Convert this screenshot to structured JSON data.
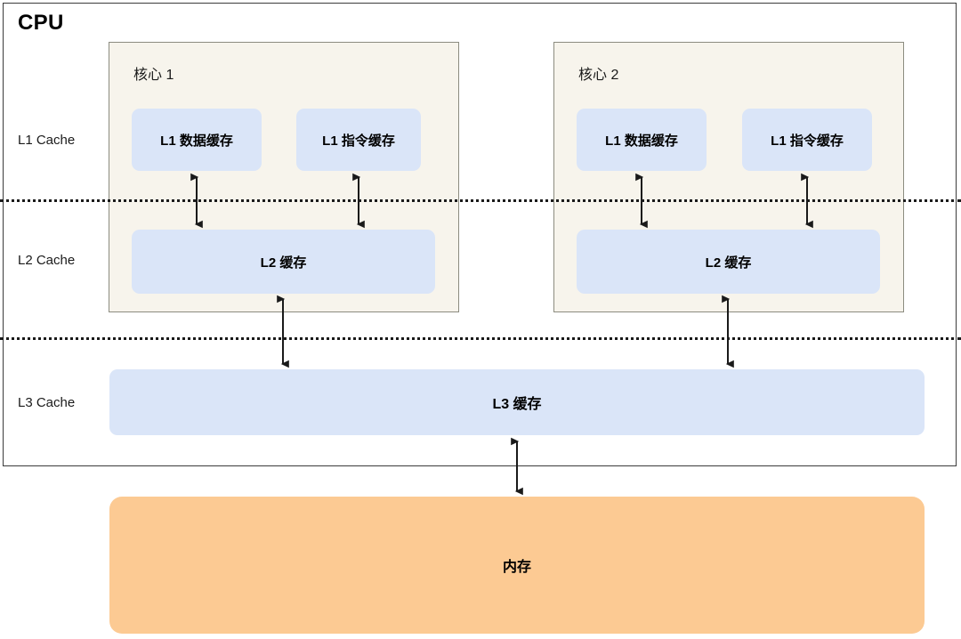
{
  "diagram": {
    "title": "CPU",
    "tier_labels": [
      {
        "id": "l1",
        "text": "L1 Cache"
      },
      {
        "id": "l2",
        "text": "L2 Cache"
      },
      {
        "id": "l3",
        "text": "L3 Cache"
      }
    ],
    "cores": [
      {
        "name": "核心 1",
        "l1_data": "L1 数据缓存",
        "l1_instruction": "L1 指令缓存",
        "l2": "L2 缓存"
      },
      {
        "name": "核心 2",
        "l1_data": "L1 数据缓存",
        "l1_instruction": "L1 指令缓存",
        "l2": "L2 缓存"
      }
    ],
    "shared": {
      "l3": "L3 缓存",
      "memory": "内存"
    },
    "colors": {
      "cache_fill": "#dae5f8",
      "core_fill": "#f7f4ec",
      "memory_fill": "#fcca93",
      "border": "#3b3b3b",
      "core_border": "#8c8c80",
      "text": "#000000"
    },
    "connections": [
      {
        "from": "核心 1 L1 数据缓存",
        "to": "核心 1 L2 缓存",
        "style": "bidirectional"
      },
      {
        "from": "核心 1 L1 指令缓存",
        "to": "核心 1 L2 缓存",
        "style": "bidirectional"
      },
      {
        "from": "核心 2 L1 数据缓存",
        "to": "核心 2 L2 缓存",
        "style": "bidirectional"
      },
      {
        "from": "核心 2 L1 指令缓存",
        "to": "核心 2 L2 缓存",
        "style": "bidirectional"
      },
      {
        "from": "核心 1 L2 缓存",
        "to": "L3 缓存",
        "style": "bidirectional"
      },
      {
        "from": "核心 2 L2 缓存",
        "to": "L3 缓存",
        "style": "bidirectional"
      },
      {
        "from": "L3 缓存",
        "to": "内存",
        "style": "bidirectional"
      }
    ]
  }
}
